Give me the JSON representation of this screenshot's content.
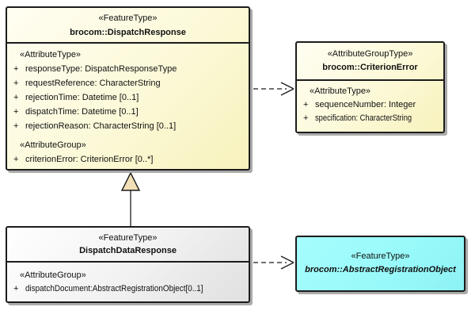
{
  "colors": {
    "box_border": "#1c1c1c",
    "shadow": "#ababab",
    "yellow_fill": "#fcf9d8",
    "gray_fill": "#efefef",
    "cyan_fill": "#99fafa",
    "generalization_triangle_fill": "#f2dfb6",
    "text": "#111111"
  },
  "boxes": {
    "dispatch_response": {
      "stereotype": "«FeatureType»",
      "name": "brocom::DispatchResponse",
      "attribute_type_label": "«AttributeType»",
      "attribute_group_label": "«AttributeGroup»",
      "attributes": [
        {
          "vis": "+",
          "text": "responseType: DispatchResponseType"
        },
        {
          "vis": "+",
          "text": "requestReference: CharacterString"
        },
        {
          "vis": "+",
          "text": "rejectionTime: Datetime [0..1]"
        },
        {
          "vis": "+",
          "text": "dispatchTime: Datetime [0..1]"
        },
        {
          "vis": "+",
          "text": "rejectionReason: CharacterString [0..1]"
        }
      ],
      "group_attributes": [
        {
          "vis": "+",
          "text": "criterionError: CriterionError [0..*]"
        }
      ]
    },
    "criterion_error": {
      "stereotype": "«AttributeGroupType»",
      "name": "brocom::CriterionError",
      "attribute_type_label": "«AttributeType»",
      "attributes": [
        {
          "vis": "+",
          "text": "sequenceNumber: Integer"
        },
        {
          "vis": "+",
          "text": "specification: CharacterString"
        }
      ]
    },
    "dispatch_data_response": {
      "stereotype": "«FeatureType»",
      "name": "DispatchDataResponse",
      "attribute_group_label": "«AttributeGroup»",
      "group_attributes": [
        {
          "vis": "+",
          "text": "dispatchDocument:AbstractRegistrationObject[0..1]"
        }
      ]
    },
    "abstract_registration_object": {
      "stereotype": "«FeatureType»",
      "name": "brocom::AbstractRegistrationObject"
    }
  },
  "connectors": [
    {
      "type": "dependency",
      "style": "dashed-open-arrow",
      "from": "brocom::DispatchResponse",
      "to": "brocom::CriterionError"
    },
    {
      "type": "generalization",
      "style": "solid-hollow-triangle",
      "from": "DispatchDataResponse",
      "to": "brocom::DispatchResponse"
    },
    {
      "type": "dependency",
      "style": "dashed-open-arrow",
      "from": "DispatchDataResponse",
      "to": "brocom::AbstractRegistrationObject"
    }
  ]
}
